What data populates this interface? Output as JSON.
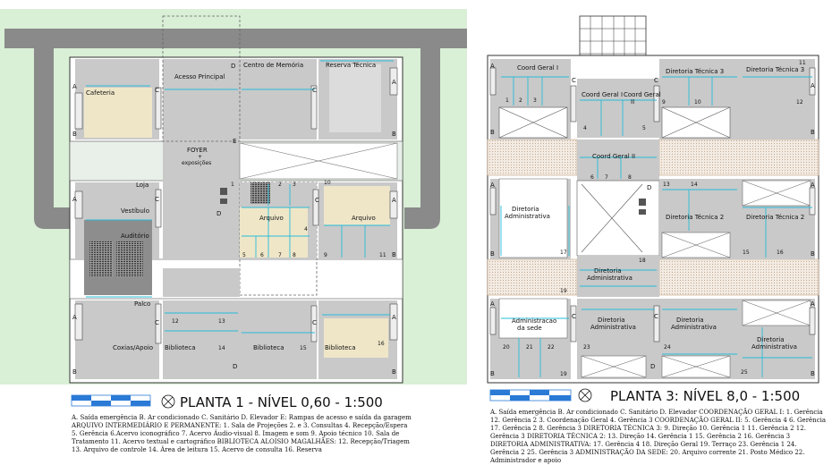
{
  "plan1": {
    "title": "PLANTA 1 - NÍVEL  0,60 - 1:500",
    "rooms": {
      "acesso": "Acesso Principal",
      "memoria": "Centro de Memória",
      "reserva": "Reserva Técnica",
      "cafeteria": "Cafeteria",
      "foyer1": "FOYER",
      "foyer2": "+",
      "foyer3": "exposições",
      "loja": "Loja",
      "vestibulo": "Vestíbulo",
      "auditorio": "Auditório",
      "arquivo1": "Arquivo",
      "arquivo2": "Arquivo",
      "palco": "Palco",
      "coxias": "Coxias/Apoio",
      "bib1": "Biblioteca",
      "bib2": "Biblioteca",
      "bib3": "Biblioteca"
    },
    "nums": [
      "1",
      "2",
      "3",
      "4",
      "5",
      "6",
      "7",
      "8",
      "9",
      "10",
      "11",
      "12",
      "13",
      "14",
      "15",
      "16"
    ],
    "codes": {
      "a": "A",
      "b": "B",
      "c": "C",
      "d": "D",
      "e": "E"
    },
    "legend": "A. Saída emergência  B. Ar condicionado  C. Sanitário  D. Elevador E: Rampas de acesso e saída da garagem  ARQUIVO INTERMEDIÁRIO E PERMANENTE: 1. Sala de Projeções  2. e 3. Consultas  4. Recepção/Espera  5. Gerência 6.Acervo iconográfico  7.  Acervo Áudio-visual  8. Imagem e som  9. Apoio técnico  10. Sala de Tratamento  11. Acervo textual e cartográfico  BIBLIOTECA ALOISIO MAGALHÃES: 12. Recepção/Triagem  13. Arquivo de controle  14. Área de leitura  15. Acervo de consulta 16. Reserva"
  },
  "plan3": {
    "title": "PLANTA 3: NÍVEL  8,0 - 1:500",
    "rooms": {
      "coordI": "Coord Geral I",
      "coordIa": "Coord Geral I",
      "coordII": "Coord Geral",
      "coordIIb": "II",
      "coordIIc": "Coord Geral II",
      "dt3a": "Diretoria Técnica 3",
      "dt3b": "Diretoria Técnica 3",
      "da1a": "Diretoria",
      "da1b": "Administrativa",
      "dt2a": "Diretoria Técnica 2",
      "dt2b": "Diretoria Técnica 2",
      "da2a": "Diretoria",
      "da2b": "Administrativa",
      "adm1": "Administracao",
      "adm2": "da sede",
      "da3a": "Diretoria",
      "da3b": "Administrativa",
      "da4a": "Diretoria",
      "da4b": "Administrativa",
      "da5a": "Diretoria",
      "da5b": "Administrativa"
    },
    "nums": [
      "1",
      "2",
      "3",
      "4",
      "5",
      "6",
      "7",
      "8",
      "9",
      "10",
      "11",
      "12",
      "13",
      "14",
      "15",
      "16",
      "17",
      "18",
      "19",
      "20",
      "21",
      "22",
      "23",
      "24",
      "25"
    ],
    "legend": "A. Saída emergência  B. Ar condicionado  C. Sanitário  D. Elevador COORDENAÇÃO GERAL I: 1. Gerência 12. Gerência 2 3. Coordenação Geral  4. Gerência 3  COORDENAÇÃO GERAL II:  5. Gerência 4  6. Gerência 17. Gerência 2  8. Gerência 3  DIRETORIA TÉCNICA 3: 9. Direção  10. Gerência 1  11. Gerência 2  12. Gerência 3 DIRETORIA TÉCNICA 2: 13. Direção  14. Gerência 1  15. Gerência 2  16. Gerência 3  DIRETORIA ADMINISTRATIVA: 17. Gerência 4  18. Direção Geral  19. Terraço  23. Gerência 1  24. Gerência 2  25. Gerência 3  ADMINISTRAÇÃO DA SEDE: 20. Arquivo corrente  21. Posto Médico  22. Administrador e apoio"
  },
  "colors": {
    "green": "#d9efd6",
    "gray": "#c9c9c9",
    "darkgray": "#8d8d8d",
    "road": "#8a8a8a",
    "tan": "#efe6c8",
    "cyan": "#27bcd9",
    "hatch": "#dccfbf",
    "blue": "#2a7ad6"
  }
}
